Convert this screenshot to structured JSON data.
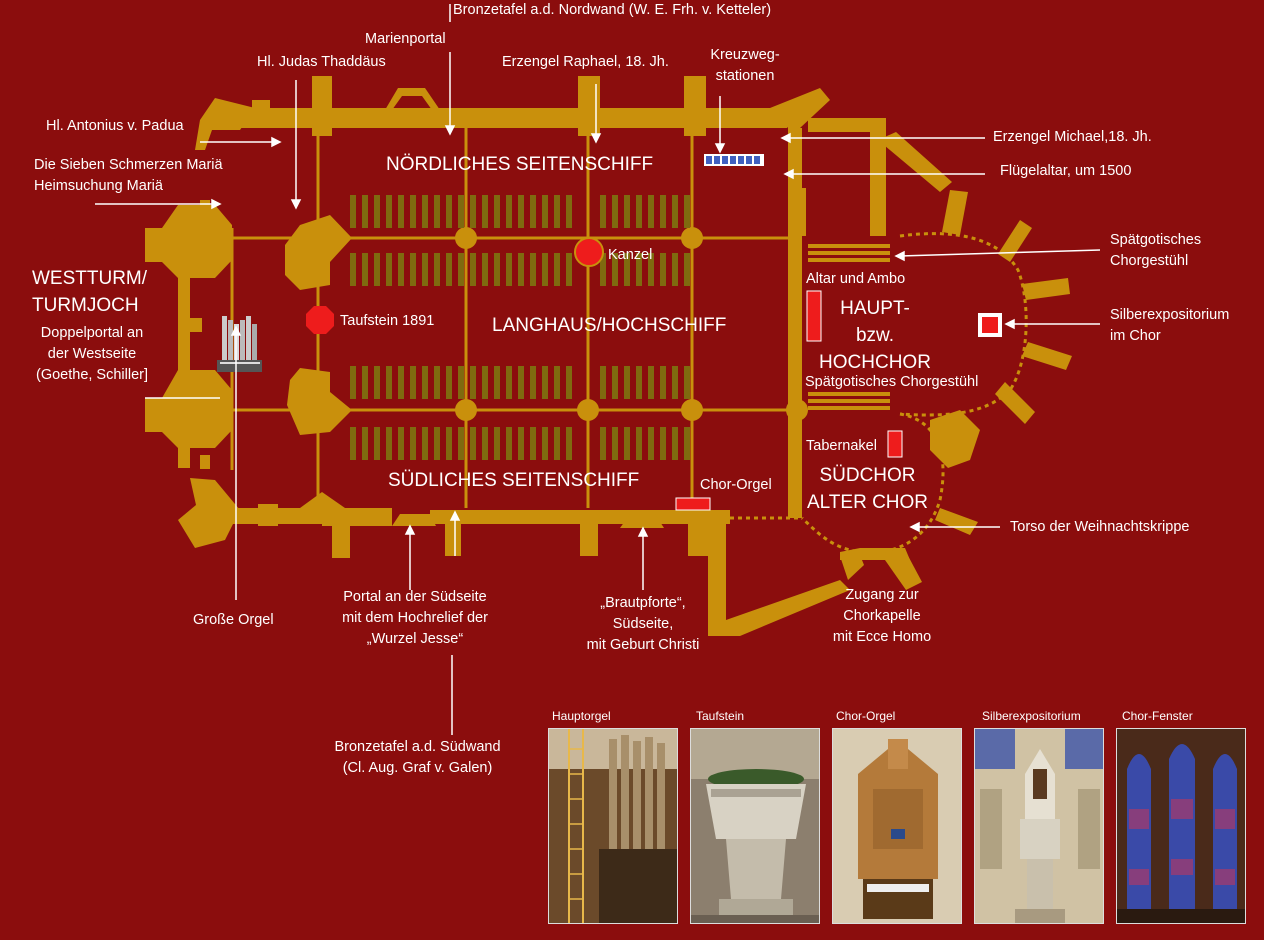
{
  "colors": {
    "background": "#8b0d0d",
    "structure": "#c9900c",
    "pews": "#7f6a0f",
    "highlight": "#ee1c1c"
  },
  "rooms": {
    "north_aisle": "NÖRDLICHES SEITENSCHIFF",
    "nave": "LANGHAUS/HOCHSCHIFF",
    "south_aisle": "SÜDLICHES SEITENSCHIFF",
    "westturm": [
      "WESTTURM/",
      "TURMJOCH"
    ],
    "westturm_sub": [
      "Doppelportal an",
      "der Westseite",
      "(Goethe, Schiller]"
    ],
    "hauptchor": [
      "HAUPT-",
      "bzw.",
      "HOCHCHOR"
    ],
    "suedchor": [
      "SÜDCHOR",
      "ALTER CHOR"
    ]
  },
  "labels": {
    "bronzetafel_nord": "Bronzetafel a.d. Nordwand (W. E. Frh. v. Ketteler)",
    "marienportal": "Marienportal",
    "judas": "Hl. Judas Thaddäus",
    "raphael": "Erzengel Raphael, 18. Jh.",
    "kreuzweg": [
      "Kreuzweg-",
      "stationen"
    ],
    "antonius": "Hl. Antonius v. Padua",
    "schmerzen": [
      "Die Sieben Schmerzen Mariä",
      "Heimsuchung Mariä"
    ],
    "michael": "Erzengel Michael,18. Jh.",
    "fluegelaltar": "Flügelaltar, um 1500",
    "chorgestuehl_r": [
      "Spätgotisches",
      "Chorgestühl"
    ],
    "kanzel": "Kanzel",
    "altar_ambo": "Altar und Ambo",
    "taufstein": "Taufstein 1891",
    "silberexpositorium": [
      "Silberexpositorium",
      "im Chor"
    ],
    "chorgestuehl_in": "Spätgotisches Chorgestühl",
    "tabernakel": "Tabernakel",
    "chor_orgel": "Chor-Orgel",
    "weihnachtskrippe": "Torso der Weihnachtskrippe",
    "grosse_orgel": "Große Orgel",
    "portal_sued": [
      "Portal an der Südseite",
      "mit dem Hochrelief der",
      "„Wurzel Jesse“"
    ],
    "brautpforte": [
      "„Brautpforte“,",
      "Südseite,",
      "mit Geburt Christi"
    ],
    "zugang": [
      "Zugang zur",
      "Chorkapelle",
      "mit Ecce Homo"
    ],
    "bronzetafel_sued": [
      "Bronzetafel a.d. Südwand",
      "(Cl. Aug. Graf v. Galen)"
    ]
  },
  "thumbnails": [
    {
      "caption": "Hauptorgel",
      "icon": "organ-photo"
    },
    {
      "caption": "Taufstein",
      "icon": "font-photo"
    },
    {
      "caption": "Chor-Orgel",
      "icon": "choir-organ-photo"
    },
    {
      "caption": "Silberexpositorium",
      "icon": "monstrance-photo"
    },
    {
      "caption": "Chor-Fenster",
      "icon": "window-photo"
    }
  ]
}
